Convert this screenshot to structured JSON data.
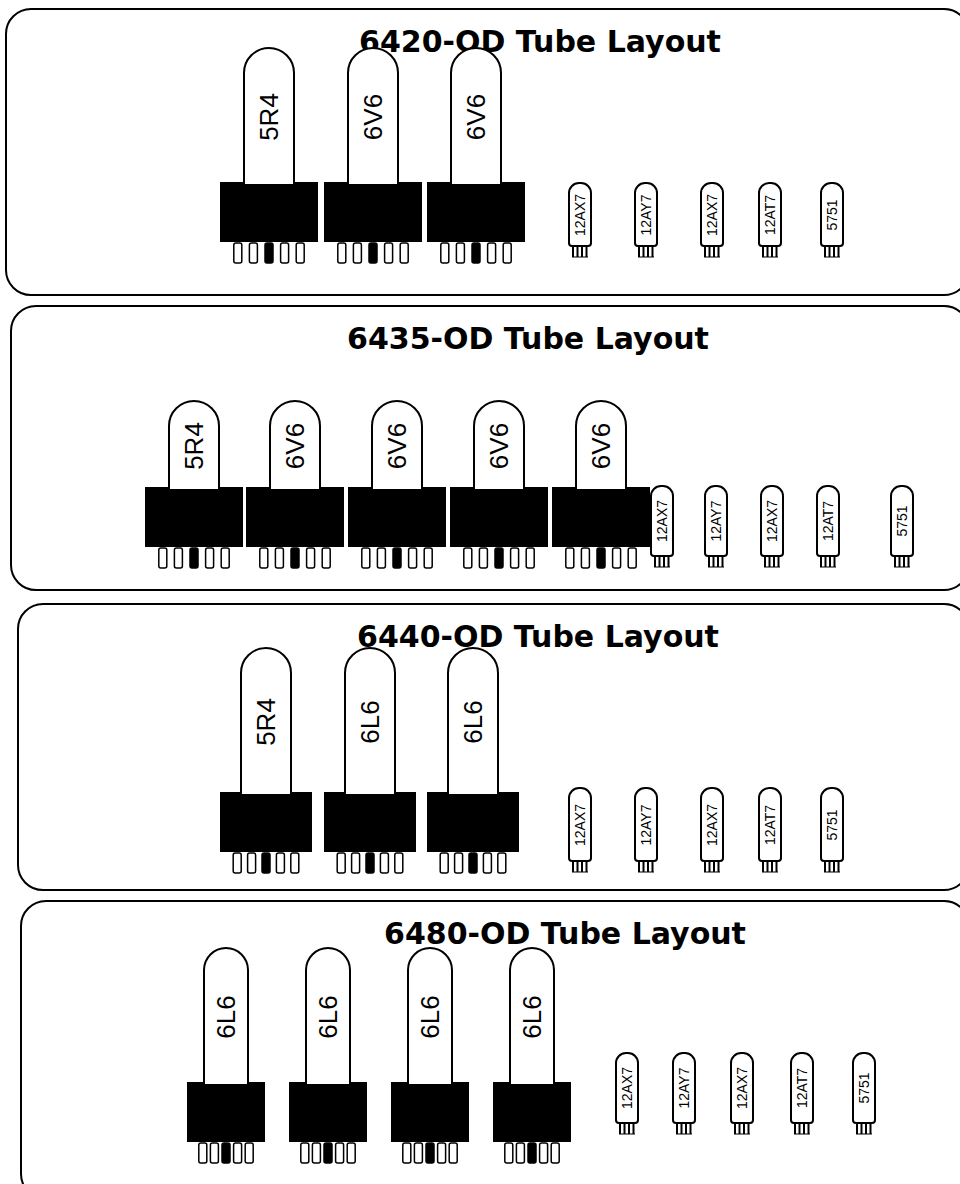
{
  "diagram": {
    "nodes": [
      {
        "text": [
          "6420-OD Tube Layout"
        ]
      },
      {
        "text": [
          "5R4"
        ],
        "in": 0
      },
      {
        "text": [
          "6V6"
        ],
        "in": 0
      },
      {
        "text": [
          "6V6"
        ],
        "in": 0
      },
      {
        "text": [
          "12AX7"
        ],
        "in": 0
      },
      {
        "text": [
          "12AY7"
        ],
        "in": 0
      },
      {
        "text": [
          "12AX7"
        ],
        "in": 0
      },
      {
        "text": [
          "12AT7"
        ],
        "in": 0
      },
      {
        "text": [
          "5751"
        ],
        "in": 0
      },
      {
        "text": [
          "6435-OD Tube Layout"
        ]
      },
      {
        "text": [
          "5R4"
        ],
        "in": 9
      },
      {
        "text": [
          "6V6"
        ],
        "in": 9
      },
      {
        "text": [
          "6V6"
        ],
        "in": 9
      },
      {
        "text": [
          "6V6"
        ],
        "in": 9
      },
      {
        "text": [
          "6V6"
        ],
        "in": 9
      },
      {
        "text": [
          "12AX7"
        ],
        "in": 9
      },
      {
        "text": [
          "12AY7"
        ],
        "in": 9
      },
      {
        "text": [
          "12AX7"
        ],
        "in": 9
      },
      {
        "text": [
          "12AT7"
        ],
        "in": 9
      },
      {
        "text": [
          "5751"
        ],
        "in": 9
      },
      {
        "text": [
          "6440-OD Tube Layout"
        ]
      },
      {
        "text": [
          "5R4"
        ],
        "in": 20
      },
      {
        "text": [
          "6L6"
        ],
        "in": 20
      },
      {
        "text": [
          "6L6"
        ],
        "in": 20
      },
      {
        "text": [
          "12AX7"
        ],
        "in": 20
      },
      {
        "text": [
          "12AY7"
        ],
        "in": 20
      },
      {
        "text": [
          "12AX7"
        ],
        "in": 20
      },
      {
        "text": [
          "12AT7"
        ],
        "in": 20
      },
      {
        "text": [
          "5751"
        ],
        "in": 20
      },
      {
        "text": [
          "6480-OD Tube Layout"
        ]
      },
      {
        "text": [
          "6L6"
        ],
        "in": 29
      },
      {
        "text": [
          "6L6"
        ],
        "in": 29
      },
      {
        "text": [
          "6L6"
        ],
        "in": 29
      },
      {
        "text": [
          "6L6"
        ],
        "in": 29
      },
      {
        "text": [
          "12AX7"
        ],
        "in": 29
      },
      {
        "text": [
          "12AY7"
        ],
        "in": 29
      },
      {
        "text": [
          "12AX7"
        ],
        "in": 29
      },
      {
        "text": [
          "12AT7"
        ],
        "in": 29
      },
      {
        "text": [
          "5751"
        ],
        "in": 29
      }
    ]
  }
}
